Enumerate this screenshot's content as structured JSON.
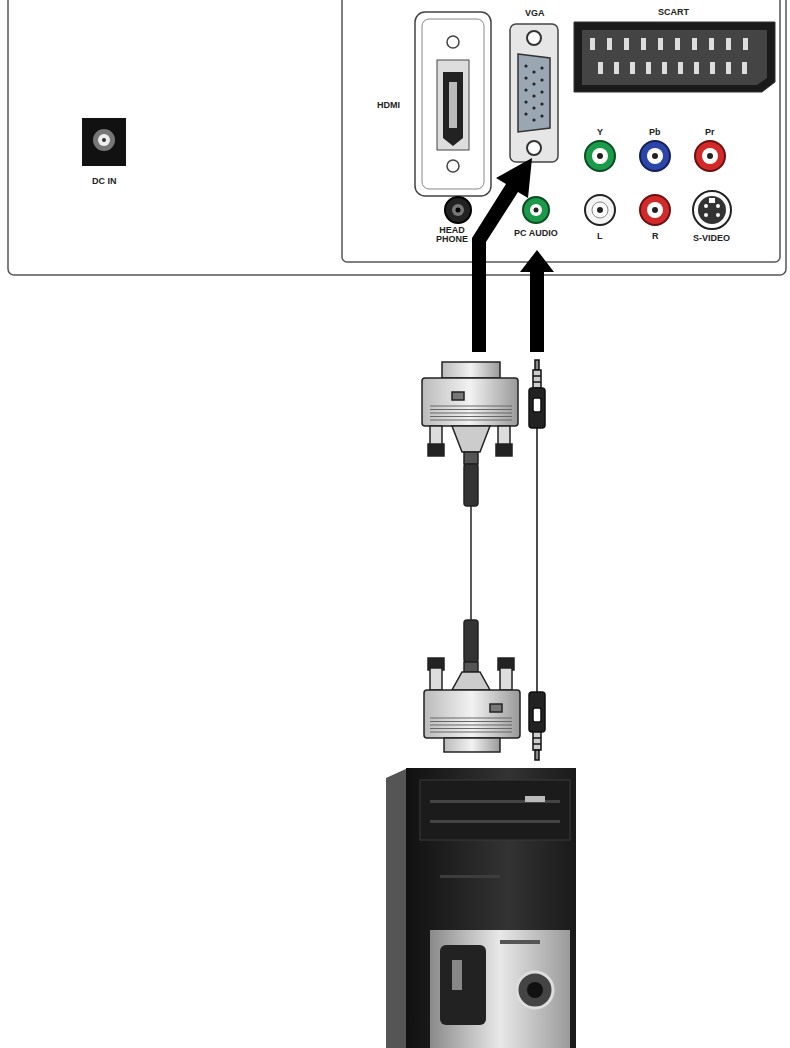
{
  "diagram": {
    "labels": [
      "DC IN",
      "HDMI",
      "VGA",
      "SCART",
      "Y",
      "Pb",
      "Pr",
      "HEAD PHONE",
      "PC AUDIO",
      "L",
      "R",
      "S-VIDEO"
    ]
  }
}
